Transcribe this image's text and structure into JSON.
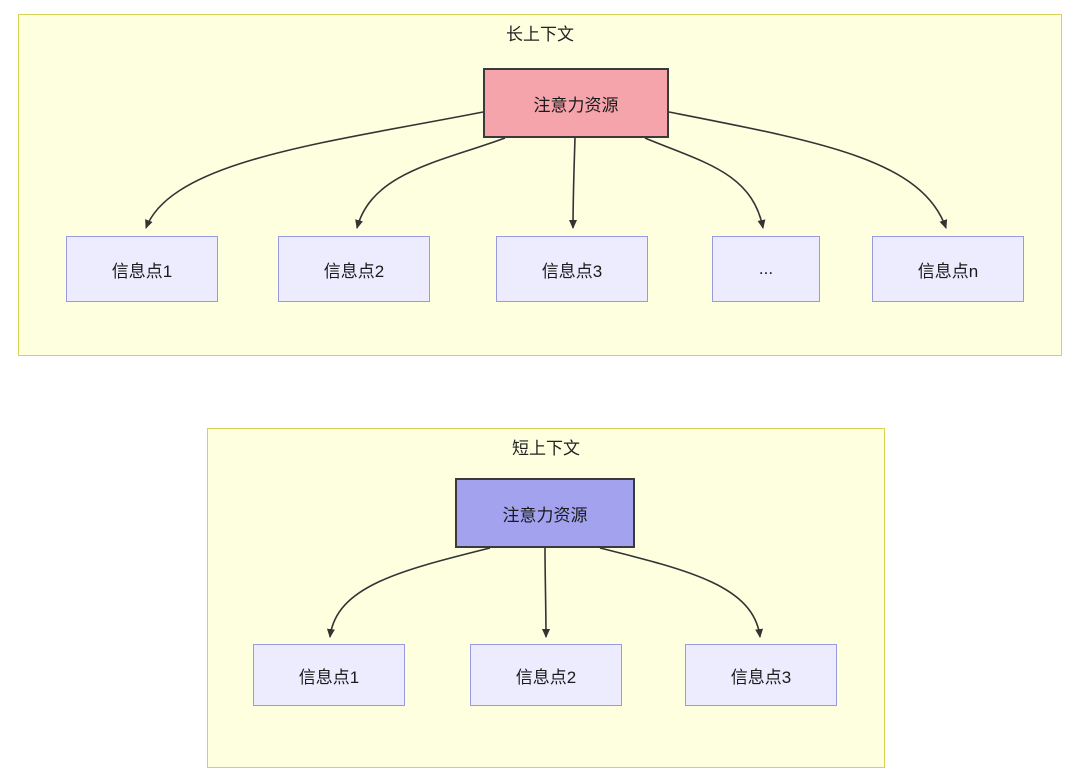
{
  "diagram": {
    "long": {
      "title": "长上下文",
      "source_label": "注意力资源",
      "nodes": [
        "信息点1",
        "信息点2",
        "信息点3",
        "...",
        "信息点n"
      ]
    },
    "short": {
      "title": "短上下文",
      "source_label": "注意力资源",
      "nodes": [
        "信息点1",
        "信息点2",
        "信息点3"
      ]
    },
    "colors": {
      "panel_fill": "#fdffdf",
      "panel_border": "#d3d455",
      "long_source_fill": "#f5a4ab",
      "short_source_fill": "#a2a2ef",
      "node_fill": "#ececfe",
      "node_border": "#9a9ae0",
      "arrow": "#333333",
      "text": "#1a1a1a"
    }
  }
}
